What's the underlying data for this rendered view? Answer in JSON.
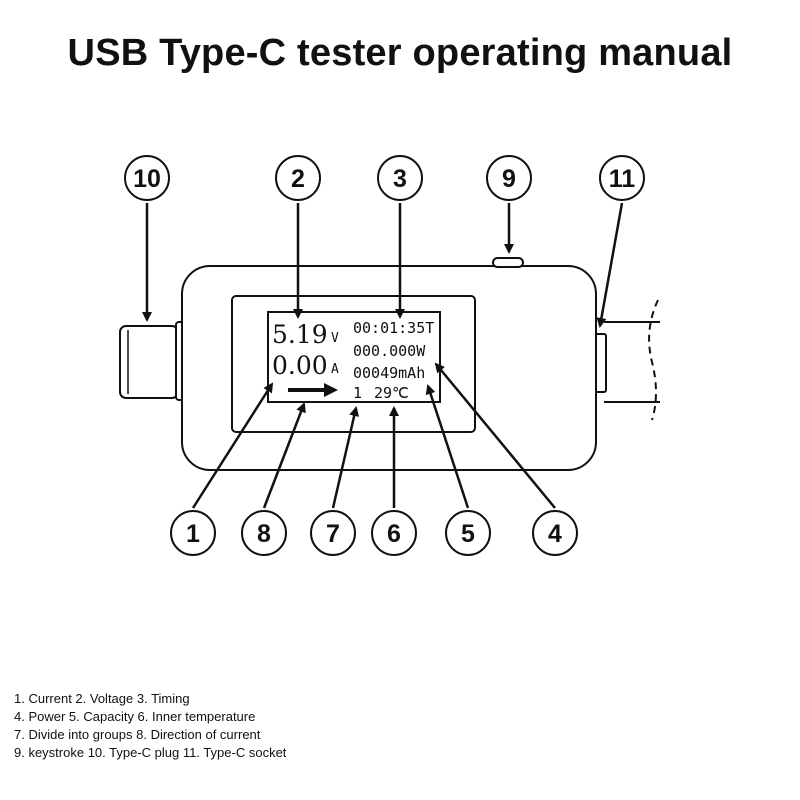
{
  "title": "USB Type-C tester operating manual",
  "display": {
    "voltage_value": "5.19",
    "voltage_unit": "V",
    "current_value": "0.00",
    "current_unit": "A",
    "timing": "00:01:35T",
    "power": "000.000W",
    "capacity": "00049mAh",
    "group": "1",
    "temperature": "29℃"
  },
  "callouts": [
    "1",
    "2",
    "3",
    "4",
    "5",
    "6",
    "7",
    "8",
    "9",
    "10",
    "11"
  ],
  "legend": [
    "1. Current  2. Voltage  3. Timing",
    "4. Power  5. Capacity  6. Inner temperature",
    "7. Divide into groups  8. Direction of current",
    "9. keystroke  10. Type-C plug  11. Type-C socket"
  ]
}
